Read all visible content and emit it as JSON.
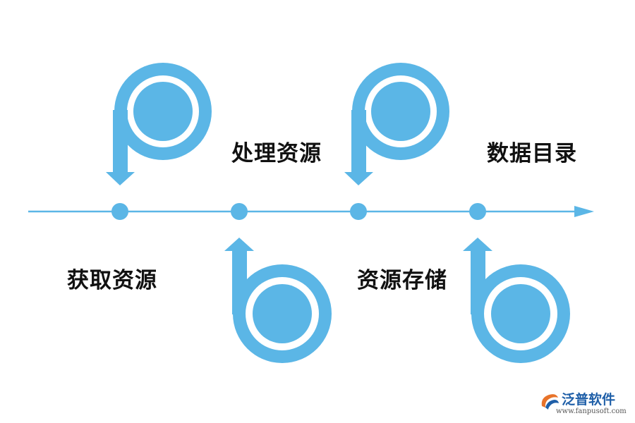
{
  "colors": {
    "accent": "#5bb6e6",
    "text": "#111111",
    "brand": "#1f5fa8"
  },
  "steps": [
    {
      "label": "获取资源",
      "icon": "p-arrow-down-icon"
    },
    {
      "label": "处理资源",
      "icon": "b-arrow-up-icon"
    },
    {
      "label": "资源存储",
      "icon": "p-arrow-down-icon"
    },
    {
      "label": "数据目录",
      "icon": "b-arrow-up-icon"
    }
  ],
  "brand": {
    "name": "泛普软件",
    "url": "www.fanpusoft.com",
    "logo_icon": "fanpu-logo-icon"
  }
}
